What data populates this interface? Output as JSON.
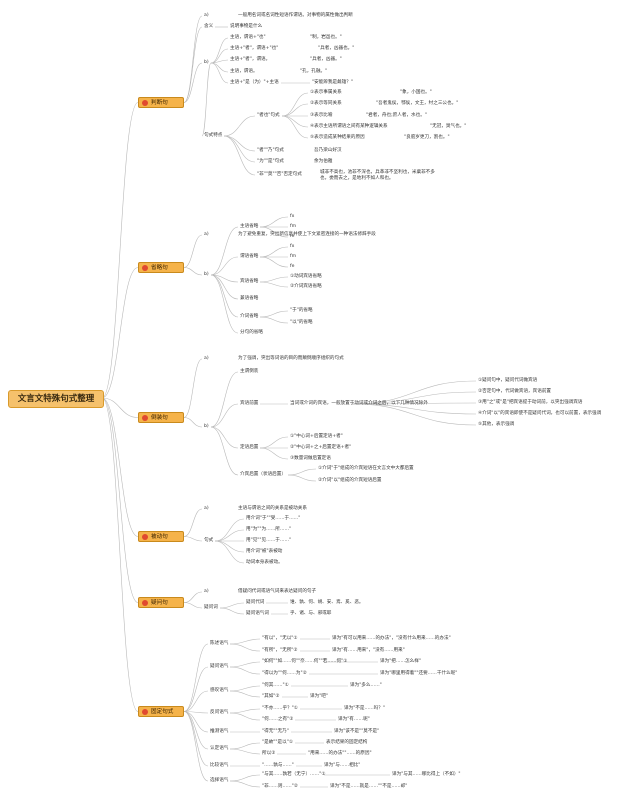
{
  "root": "文言文特殊句式整理",
  "colors": {
    "root_fill": "#f5c16c",
    "cat_fill": "#f5b34a",
    "line": "#b9b9b9",
    "icon": "#e0492f"
  },
  "sections": [
    {
      "id": "s1",
      "label": "判断句",
      "items": [
        {
          "id": "a1",
          "t": "a)"
        },
        {
          "id": "a2",
          "t": "一般用名词或名词性短语作谓语。对事物的属性做出判断"
        },
        {
          "id": "a3",
          "t": "含义"
        },
        {
          "id": "a4",
          "t": "说明事物是什么"
        },
        {
          "id": "a5",
          "t": "主语，谓语+\"也\""
        },
        {
          "id": "a6",
          "t": "\"制，岩邑也。\""
        },
        {
          "id": "a7",
          "t": "主语+\"者\"，谓语+\"也\""
        },
        {
          "id": "a8",
          "t": "\"兵者，凶器也。\""
        },
        {
          "id": "a9",
          "t": "主语+\"者\"，谓语。"
        },
        {
          "id": "a10",
          "t": "\"兵者，凶器。\""
        },
        {
          "id": "a11",
          "t": "b)"
        },
        {
          "id": "a12",
          "t": "主语，谓语。"
        },
        {
          "id": "a13",
          "t": "\"孔，孔融。\""
        },
        {
          "id": "a14",
          "t": "主语+\"是（为）\"+主语"
        },
        {
          "id": "a15",
          "t": "\"安能辨我是雌雄？\""
        },
        {
          "id": "a16",
          "t": "①表示事属关系"
        },
        {
          "id": "a17",
          "t": "\"象，小国也。\""
        },
        {
          "id": "a18",
          "t": "②表示等同关系"
        },
        {
          "id": "a19",
          "t": "\"吾者鬼侯，鄂侯，文王，纣之三公也。\""
        },
        {
          "id": "a20",
          "t": "\"者也\"句式"
        },
        {
          "id": "a21",
          "t": "③表示比喻"
        },
        {
          "id": "a22",
          "t": "\"君者，舟也;庶人者，水也。\""
        },
        {
          "id": "a23",
          "t": "句式特点"
        },
        {
          "id": "a24",
          "t": "④表示主语所谓语之间有某种逻辑关系"
        },
        {
          "id": "a25",
          "t": "\"无冠，臭气也。\""
        },
        {
          "id": "a26",
          "t": "⑤表示造成某种结果的原因"
        },
        {
          "id": "a27",
          "t": "\"良庖岁更刀，割也。\""
        },
        {
          "id": "a28",
          "t": "\"者\"\"乃\"句式"
        },
        {
          "id": "a29",
          "t": "吾乃梁山好汉"
        },
        {
          "id": "a30",
          "t": "\"为\"\"是\"句式"
        },
        {
          "id": "a31",
          "t": "余为伯雅"
        },
        {
          "id": "a32",
          "t": "\"非\"\"莫\"\"否\"否定句式"
        },
        {
          "id": "a33",
          "t": "城非不高也，池非不深也，兵革非不坚利也，米粟非不多也，委而去之，是地利不如人和也。"
        }
      ]
    },
    {
      "id": "s2",
      "label": "省略句",
      "items": [
        {
          "id": "b1",
          "t": "a)"
        },
        {
          "id": "b2",
          "t": "为了避免重复，突出新信息并使上下文紧密连接的一种语法修辞手段"
        },
        {
          "id": "b3",
          "t": "fx"
        },
        {
          "id": "b4",
          "t": "主语省略"
        },
        {
          "id": "b5",
          "t": "fm"
        },
        {
          "id": "b6",
          "t": "fe"
        },
        {
          "id": "b7",
          "t": "fx"
        },
        {
          "id": "b8",
          "t": "谓语省略"
        },
        {
          "id": "b9",
          "t": "fm"
        },
        {
          "id": "b10",
          "t": "b)"
        },
        {
          "id": "b11",
          "t": "fe"
        },
        {
          "id": "b12",
          "t": "①动词宾语省略"
        },
        {
          "id": "b13",
          "t": "宾语省略"
        },
        {
          "id": "b14",
          "t": "②介词宾语省略"
        },
        {
          "id": "b15",
          "t": "兼语省略"
        },
        {
          "id": "b16",
          "t": "\"于\"的省略"
        },
        {
          "id": "b17",
          "t": "介词省略"
        },
        {
          "id": "b18",
          "t": "\"以\"的省略"
        },
        {
          "id": "b19",
          "t": "分句的省略"
        }
      ]
    },
    {
      "id": "s3",
      "label": "倒装句",
      "items": [
        {
          "id": "c1",
          "t": "a)"
        },
        {
          "id": "c2",
          "t": "为了强调，突出等词语的目的而颠倒顺序组织的句式"
        },
        {
          "id": "c3",
          "t": "主谓倒装"
        },
        {
          "id": "c4",
          "t": "①疑问句中，疑问代词做宾语"
        },
        {
          "id": "c5",
          "t": "②否定句中，代词做宾语，宾语前置"
        },
        {
          "id": "c6",
          "t": "宾语前置"
        },
        {
          "id": "c7",
          "t": "当词或介词的宾语，一般放置于动词或介词之后，以下几种情况除外"
        },
        {
          "id": "c8",
          "t": "③用\"之\"或\"是\"把宾语提于动词前，以突出强调宾语"
        },
        {
          "id": "c9",
          "t": "④介词\"以\"的宾语即使不是疑问代词，也可以前置，表示强调"
        },
        {
          "id": "c10",
          "t": "⑤其他，表示强调"
        },
        {
          "id": "c11",
          "t": "b)"
        },
        {
          "id": "c12",
          "t": "①\"中心词+后置定语+者\""
        },
        {
          "id": "c13",
          "t": "定语后置"
        },
        {
          "id": "c14",
          "t": "②\"中心词+之+后置定语+者\""
        },
        {
          "id": "c15",
          "t": "③数量词做后置定语"
        },
        {
          "id": "c16",
          "t": "①介词\"于\"组成的介宾短语在文言文中大都后置"
        },
        {
          "id": "c17",
          "t": "介宾后置（状语后置）"
        },
        {
          "id": "c18",
          "t": "②介词\"以\"组成的介宾短语后置"
        }
      ]
    },
    {
      "id": "s4",
      "label": "被动句",
      "items": [
        {
          "id": "d1",
          "t": "a)"
        },
        {
          "id": "d2",
          "t": "主语与谓语之间的关系是被动关系"
        },
        {
          "id": "d3",
          "t": "用介词\"于\"\"受……于……\""
        },
        {
          "id": "d4",
          "t": "用\"为\"\"为……所……\""
        },
        {
          "id": "d5",
          "t": "句式"
        },
        {
          "id": "d6",
          "t": "用\"见\"\"见……于……\""
        },
        {
          "id": "d7",
          "t": "用介词\"被\"表被动"
        },
        {
          "id": "d8",
          "t": "动词本身表被动。"
        }
      ]
    },
    {
      "id": "s5",
      "label": "疑问句",
      "items": [
        {
          "id": "e1",
          "t": "a)"
        },
        {
          "id": "e2",
          "t": "借疑问代词或语气词来表达疑问的句子"
        },
        {
          "id": "e3",
          "t": "疑问代词"
        },
        {
          "id": "e4",
          "t": "谁、孰、何、胡、安、焉、奚、恶。"
        },
        {
          "id": "e5",
          "t": "疑问词"
        },
        {
          "id": "e6",
          "t": "疑问语气词"
        },
        {
          "id": "e7",
          "t": "乎、诸、与、邪或耶"
        }
      ]
    },
    {
      "id": "s6",
      "label": "固定句式",
      "items": [
        {
          "id": "f1",
          "t": "陈述语气"
        },
        {
          "id": "f2",
          "t": "\"有以\"，\"无以\"①"
        },
        {
          "id": "f3",
          "t": "译为\"有可以用来……的办法\"，\"没有什么用来……的办法\""
        },
        {
          "id": "f4",
          "t": "\"有所\"，\"无所\"②"
        },
        {
          "id": "f5",
          "t": "译为\"有……用来\"，\"没有……用来\""
        },
        {
          "id": "f6",
          "t": "疑问语气"
        },
        {
          "id": "f7",
          "t": "\"如何\"\"如……何\"\"奈……何\"\"若……何\"①"
        },
        {
          "id": "f8",
          "t": "译为\"把……怎么样\""
        },
        {
          "id": "f9",
          "t": "\"得以为\"\"何……为\"②"
        },
        {
          "id": "f10",
          "t": "译为\"哪里用得着\"\"还要……干什么呢\""
        },
        {
          "id": "f11",
          "t": "感叹语气"
        },
        {
          "id": "f12",
          "t": "\"何其……\"①"
        },
        {
          "id": "f13",
          "t": "译为\"多么……\""
        },
        {
          "id": "f14",
          "t": "\"其如\"②"
        },
        {
          "id": "f15",
          "t": "译为\"吧\""
        },
        {
          "id": "f16",
          "t": "反问语气"
        },
        {
          "id": "f17",
          "t": "\"不亦……乎？\"①"
        },
        {
          "id": "f18",
          "t": "译为\"不是……吗？\""
        },
        {
          "id": "f19",
          "t": "\"何……之有\"②"
        },
        {
          "id": "f20",
          "t": "译为\"有……呢\""
        },
        {
          "id": "f21",
          "t": "推测语气"
        },
        {
          "id": "f22",
          "t": "\"得无\"\"无乃\""
        },
        {
          "id": "f23",
          "t": "译为\"该不是\"\"莫不是\""
        },
        {
          "id": "f24",
          "t": "认定语气"
        },
        {
          "id": "f25",
          "t": "\"是故\"\"是以\"①"
        },
        {
          "id": "f26",
          "t": "表示结果的固定结构"
        },
        {
          "id": "f27",
          "t": "所以②"
        },
        {
          "id": "f28",
          "t": "\"用来……的办法\"\"……的原因\""
        },
        {
          "id": "f29",
          "t": "比较语气"
        },
        {
          "id": "f30",
          "t": "\"……孰与……\""
        },
        {
          "id": "f31",
          "t": "译为\"与……相比\""
        },
        {
          "id": "f32",
          "t": "选择语气"
        },
        {
          "id": "f33",
          "t": "\"与其……孰若（无宁）……\"①"
        },
        {
          "id": "f34",
          "t": "译为\"与其……哪比得上（不如）\""
        },
        {
          "id": "f35",
          "t": "\"非……则……\"②"
        },
        {
          "id": "f36",
          "t": "译为\"不是……就是……\"\"不是……却\""
        }
      ]
    }
  ]
}
